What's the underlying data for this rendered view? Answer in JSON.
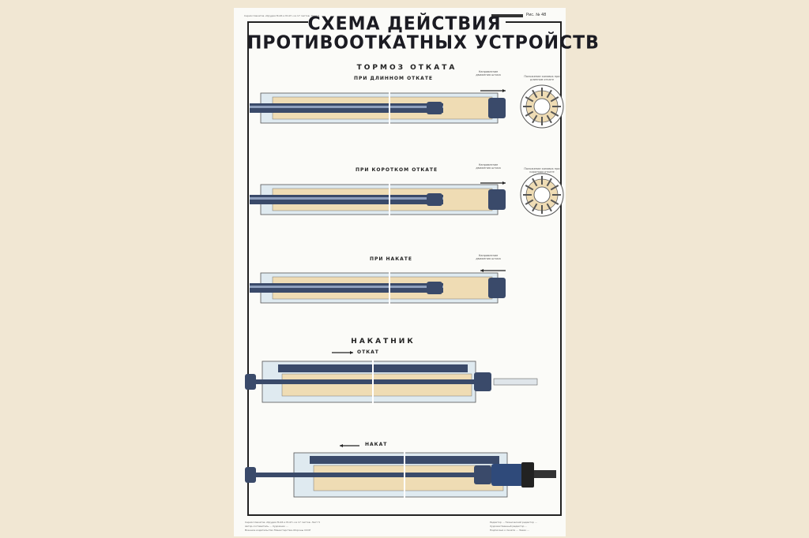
{
  "poster": {
    "header_left": "Серия плакатов «Орудия М-46 и М-47» из 17 листов. Лист 5",
    "header_right": "Рис. № 48",
    "title_line1": "СХЕМА ДЕЙСТВИЯ",
    "title_line2": "ПРОТИВООТКАТНЫХ УСТРОЙСТВ",
    "section1": {
      "title": "ТОРМОЗ ОТКАТА",
      "diagrams": [
        {
          "label": "ПРИ ДЛИННОМ ОТКАТЕ",
          "direction_note": "Направление движения штока",
          "grooves_note": "Положение канавок при длинном откате",
          "direction": "right"
        },
        {
          "label": "ПРИ КОРОТКОМ ОТКАТЕ",
          "direction_note": "Направление движения штока",
          "grooves_note": "Положение канавок при коротком откате",
          "direction": "right"
        },
        {
          "label": "ПРИ НАКАТЕ",
          "direction_note": "Направление движения штока",
          "direction": "left"
        }
      ]
    },
    "section2": {
      "title": "НАКАТНИК",
      "diagrams": [
        {
          "label": "ОТКАТ",
          "direction": "right"
        },
        {
          "label": "НАКАТ",
          "direction": "left"
        }
      ]
    },
    "footer_left": [
      "Серия плакатов «Орудия М-46 и М-47» из 17 листов. Лист 5",
      "Автор-составитель ... Художник ...",
      "Военное издательство Министерства обороны СССР"
    ],
    "footer_right": [
      "Редактор ... Технический редактор ...",
      "Художественный редактор ...",
      "Подписано к печати ... Заказ ..."
    ]
  },
  "colors": {
    "background": "#f1e7d3",
    "steel": "#3a4a6a",
    "liquid": "#efdcb4",
    "casing": "#dfeaf0"
  }
}
